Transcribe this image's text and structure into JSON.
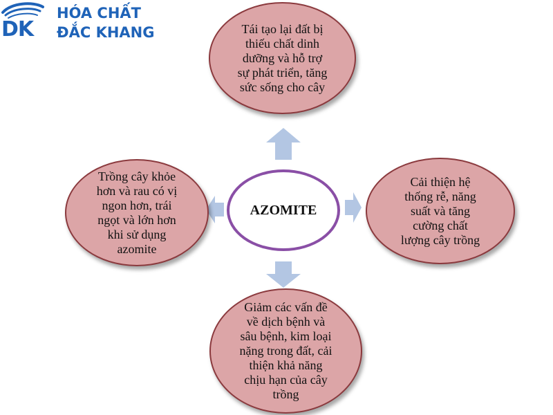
{
  "logo": {
    "mark_text": "DK",
    "line1": "HÓA CHẤT",
    "line2": "ĐẮC KHANG",
    "color": "#1f63b8"
  },
  "center": {
    "label": "AZOMITE"
  },
  "bubbles": {
    "top": "Tái tạo lại đất bị\nthiếu chất dinh\ndưỡng và hỗ trợ\nsự phát triển, tăng\nsức sống cho cây",
    "right": "Cải thiện hệ\nthống rễ, năng\nsuất và tăng\ncường chất\nlượng cây trồng",
    "bottom": "Giảm các vấn đề\nvề dịch bệnh và\nsâu bệnh, kim loại\nnặng trong đất, cải\nthiện khả năng\nchịu hạn của cây\ntrồng",
    "left": "Trồng cây khỏe\nhơn và rau có vị\nngon hơn, trái\nngọt và lớn hơn\nkhi sử dụng\nazomite"
  },
  "colors": {
    "bubble_fill": "#dca5a7",
    "bubble_border": "#8b3a3e",
    "center_border": "#8a4fa6",
    "arrow_fill": "#b3c6e3"
  },
  "icons": {
    "arrows": "arrow-icon"
  }
}
